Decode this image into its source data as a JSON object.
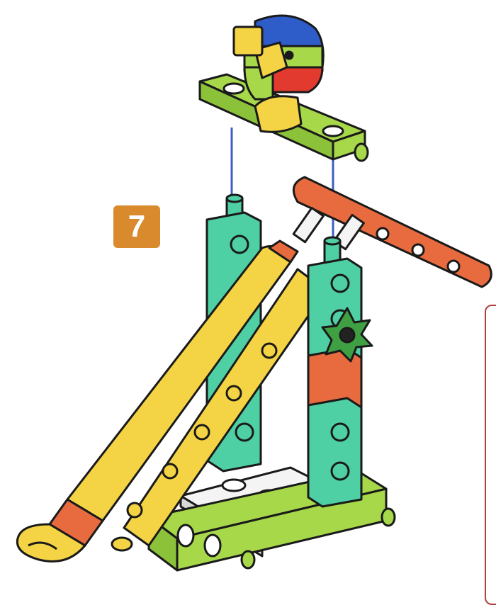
{
  "step": {
    "number": "7"
  },
  "colors": {
    "green": "#4fd0a4",
    "lime": "#a6d84a",
    "yellow": "#f4d444",
    "orange": "#e86b3f",
    "blue": "#2e5cc8",
    "red": "#e23a2e",
    "white": "#f4f4f4",
    "badge": "#d98a2c",
    "outline": "#1a1a1a",
    "guide": "#3d5fbf"
  },
  "parts": [
    "parrot-figure",
    "lime-top-plate",
    "teal-tower-left",
    "teal-tower-right",
    "orange-lever-arm",
    "yellow-slide-tube-front",
    "yellow-slide-tube-back",
    "green-gear",
    "white-base-plate",
    "lime-base-beam"
  ]
}
